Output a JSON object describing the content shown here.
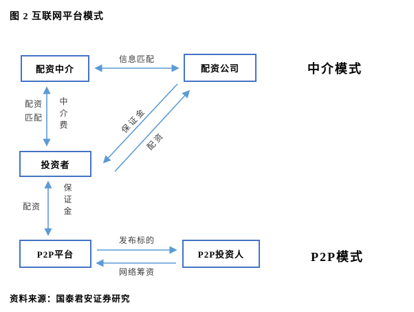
{
  "title": "图 2 互联网平台模式",
  "source": "资料来源：国泰君安证券研究",
  "colors": {
    "arrow": "#5b9bd5",
    "box_border": "#4472c4",
    "label_text": "#3d3d3d"
  },
  "boxes": {
    "peizi_agent": "配资中介",
    "peizi_company": "配资公司",
    "investor": "投资者",
    "p2p_platform": "P2P平台",
    "p2p_investor": "P2P投资人"
  },
  "labels": {
    "info_match": "信息匹配",
    "peizi_match_line1": "配资",
    "peizi_match_line2": "匹配",
    "agent_fee": "中介费",
    "margin_diag": "保证金",
    "peizi_diag": "配资",
    "peizi_lower": "配资",
    "margin_lower": "保证金",
    "publish": "发布标的",
    "crowdfund": "网络筹资",
    "mode_agent": "中介模式",
    "mode_p2p": "P2P模式"
  }
}
